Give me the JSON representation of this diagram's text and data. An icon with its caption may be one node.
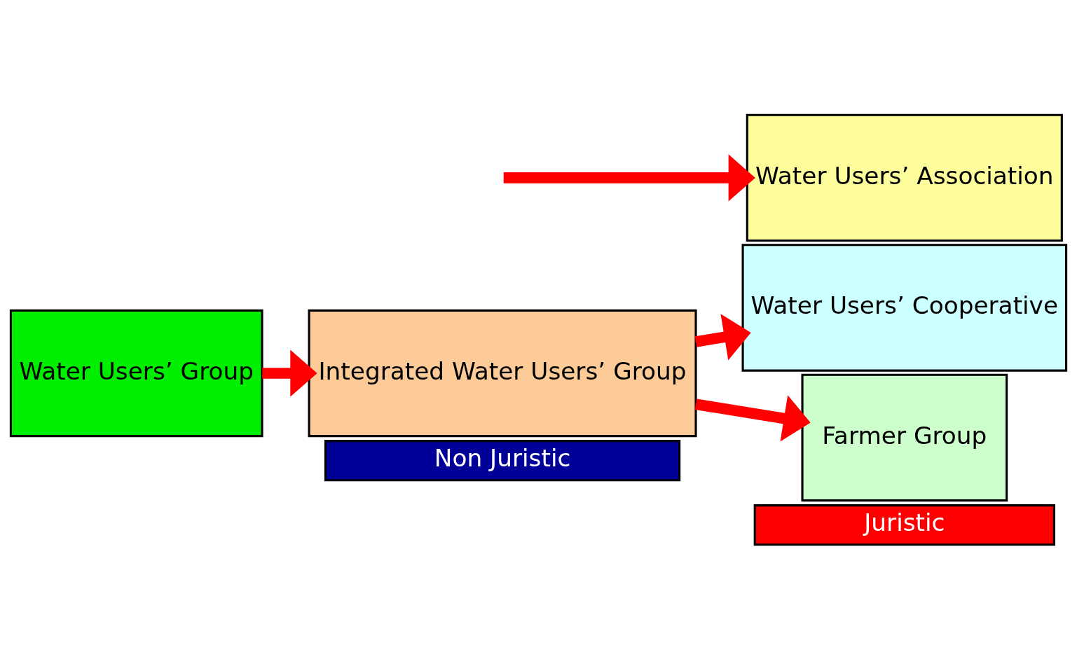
{
  "diagram": {
    "nodes": [
      {
        "text": [
          "Water Users’ Group"
        ]
      },
      {
        "text": [
          "Integrated Water Users’ Group"
        ]
      },
      {
        "text": [
          "Water Users’ Association"
        ]
      },
      {
        "text": [
          "Water Users’ Cooperative"
        ]
      },
      {
        "text": [
          "Farmer Group"
        ]
      },
      {
        "text": [
          "Non Juristic"
        ]
      },
      {
        "text": [
          "Juristic"
        ]
      }
    ],
    "edges": [
      {
        "from": 0,
        "to": 1,
        "arrow": "to"
      },
      {
        "from": null,
        "to": 2,
        "arrow": "to"
      },
      {
        "from": 1,
        "to": 3,
        "arrow": "to"
      },
      {
        "from": 1,
        "to": 4,
        "arrow": "to"
      }
    ]
  }
}
